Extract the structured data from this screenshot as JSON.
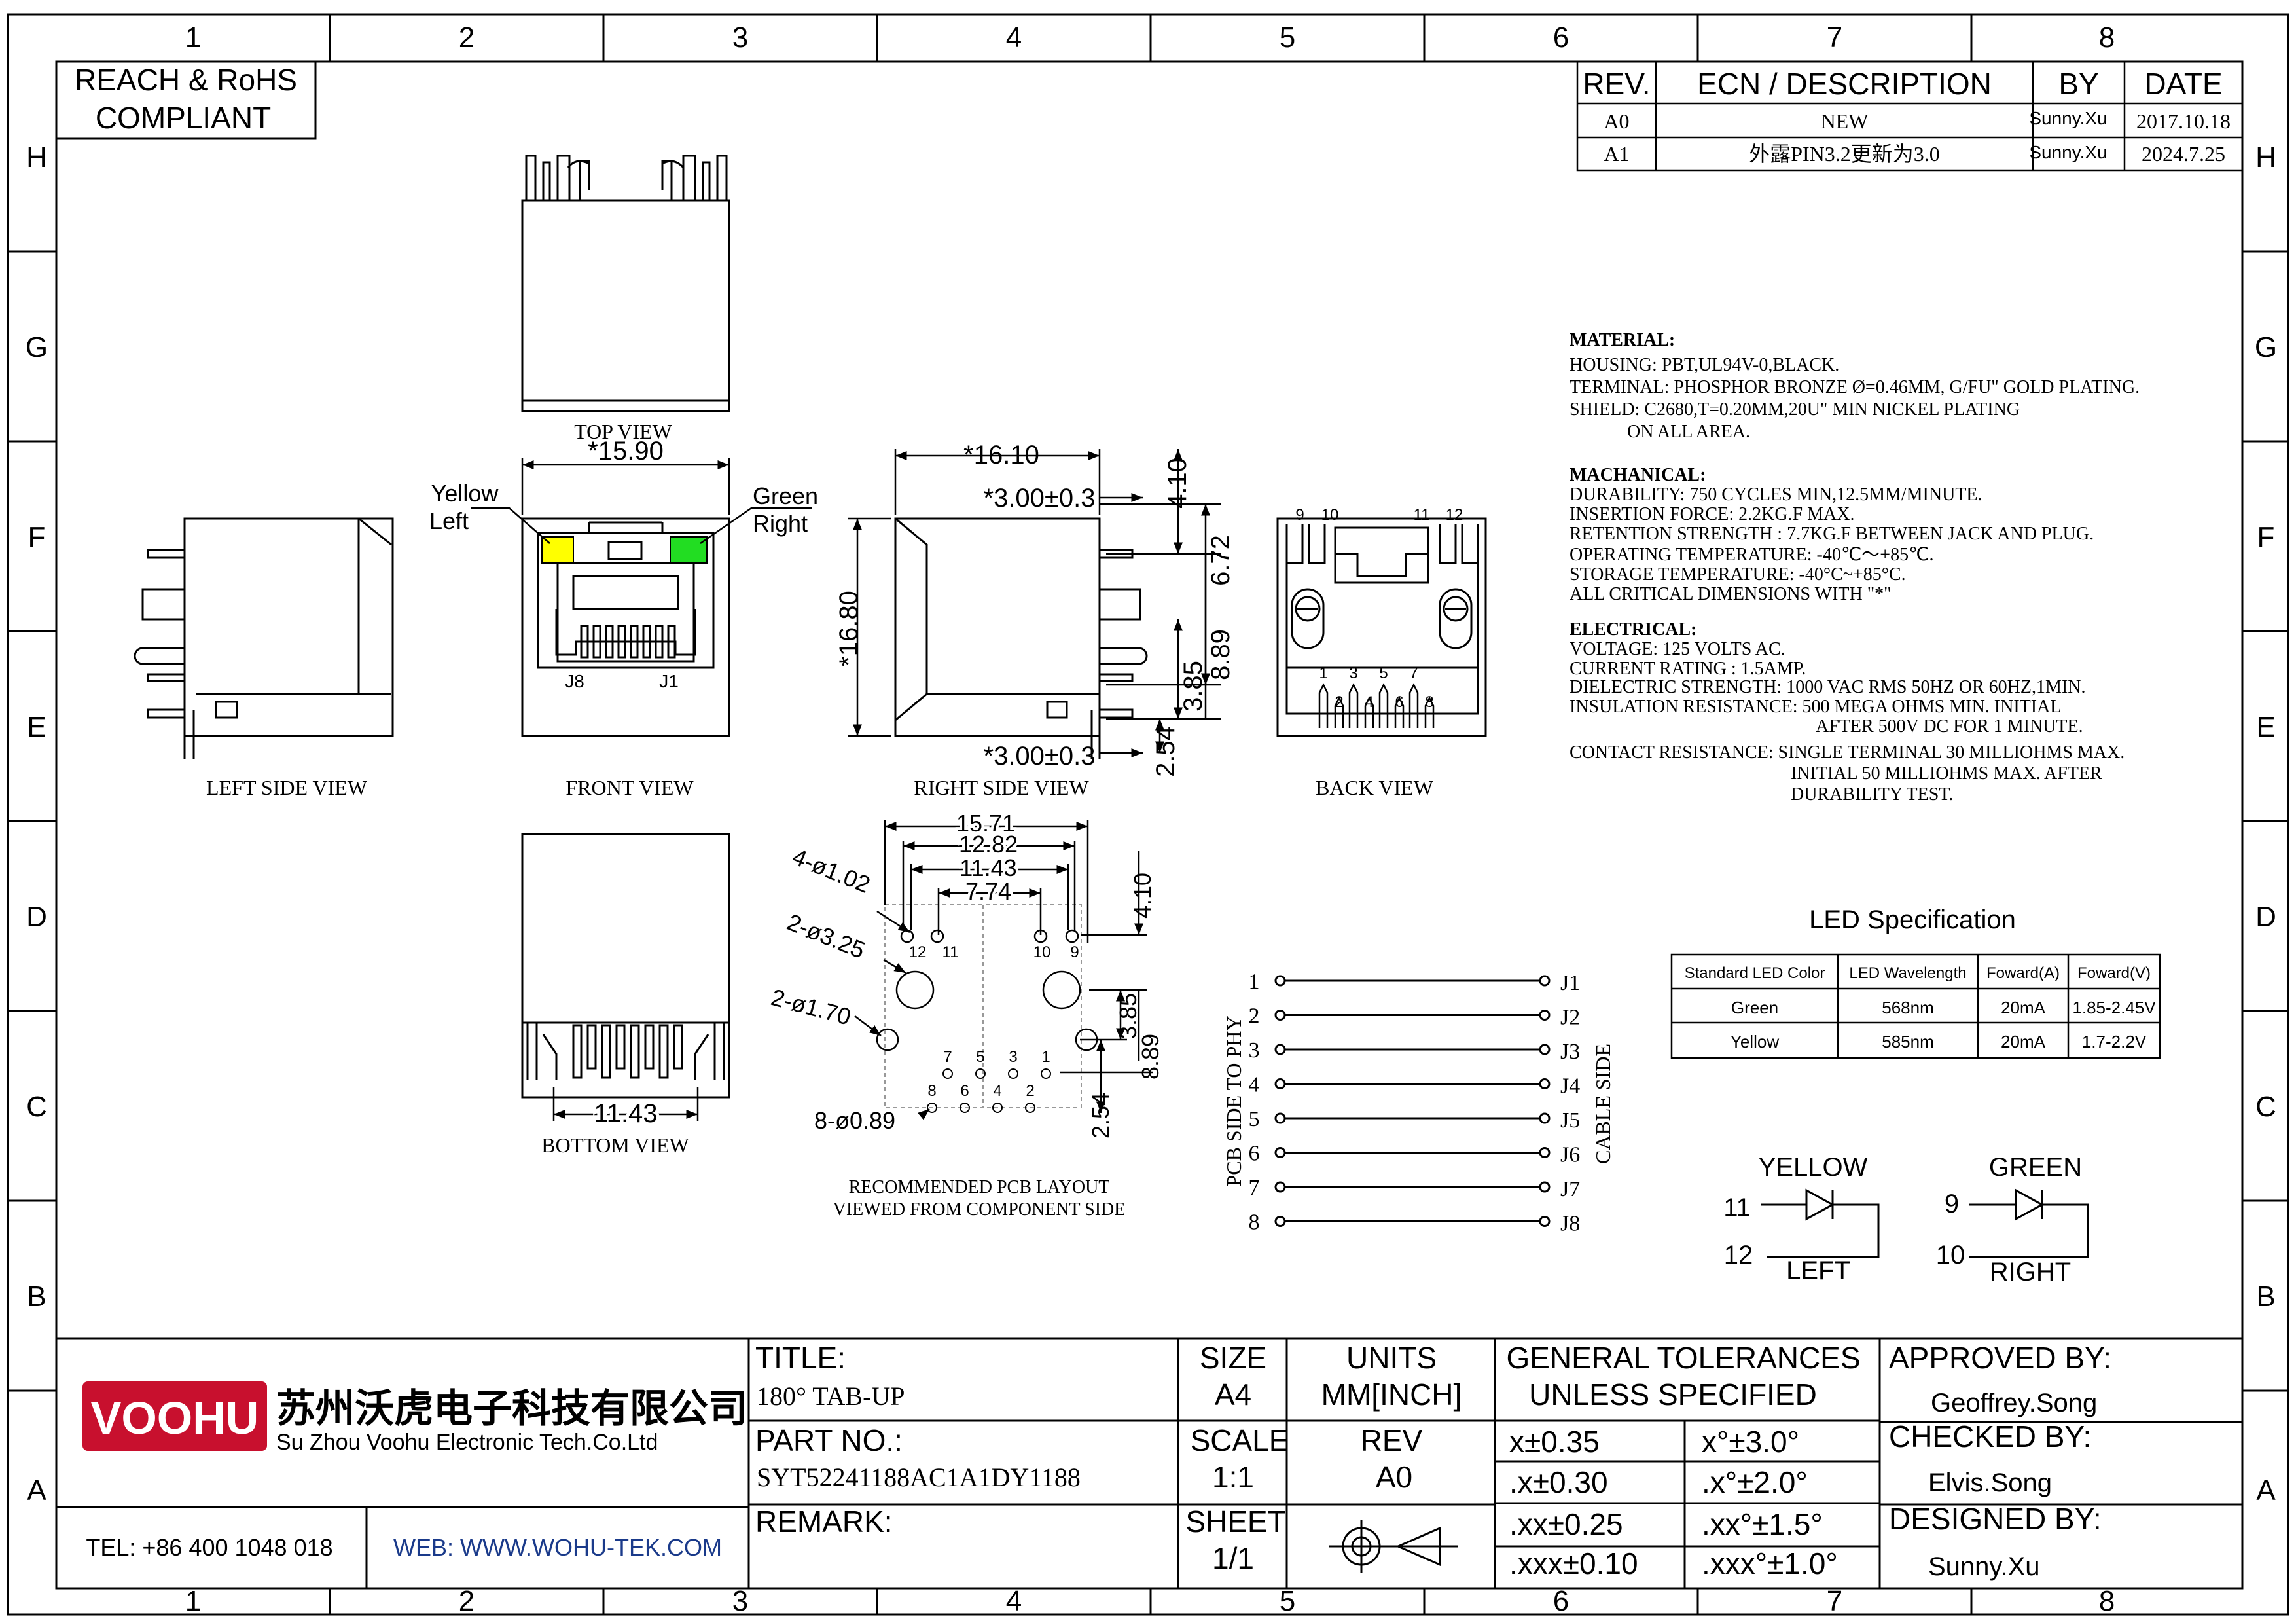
{
  "zones": {
    "columns": [
      "1",
      "2",
      "3",
      "4",
      "5",
      "6",
      "7",
      "8"
    ],
    "rows": [
      "H",
      "G",
      "F",
      "E",
      "D",
      "C",
      "B",
      "A"
    ]
  },
  "compliance": {
    "line1": "REACH & RoHS",
    "line2": "COMPLIANT"
  },
  "revision_table": {
    "headers": [
      "REV.",
      "ECN / DESCRIPTION",
      "BY",
      "DATE"
    ],
    "rows": [
      [
        "A0",
        "NEW",
        "Sunny.Xu",
        "2017.10.18"
      ],
      [
        "A1",
        "外露PIN3.2更新为3.0",
        "Sunny.Xu",
        "2024.7.25"
      ]
    ]
  },
  "views": {
    "top": "TOP VIEW",
    "left": "LEFT SIDE VIEW",
    "front": "FRONT VIEW",
    "right": "RIGHT SIDE VIEW",
    "back": "BACK VIEW",
    "bottom": "BOTTOM VIEW",
    "pcb_line1": "RECOMMENDED PCB LAYOUT",
    "pcb_line2": "VIEWED FROM COMPONENT SIDE"
  },
  "front_view": {
    "width_dim": "*15.90",
    "yellow_label_1": "Yellow",
    "yellow_label_2": "Left",
    "green_label_1": "Green",
    "green_label_2": "Right",
    "j8": "J8",
    "j1": "J1",
    "led_colors": {
      "yellow": "#ffff00",
      "green": "#22dd22"
    }
  },
  "right_view_dims": {
    "width": "*16.10",
    "tab_top": "*3.00±0.3",
    "tab_bottom": "*3.00±0.3",
    "height": "*16.80",
    "d410": "4.10",
    "d672": "6.72",
    "d889": "8.89",
    "d385": "3.85",
    "d254": "2.54"
  },
  "back_view_pins": {
    "top": [
      "9",
      "10",
      "11",
      "12"
    ],
    "bottom": [
      "1",
      "2",
      "3",
      "4",
      "5",
      "6",
      "7",
      "8"
    ]
  },
  "bottom_view_dim": "11.43",
  "pcb_layout": {
    "dims_top": [
      "15.71",
      "12.82",
      "11.43",
      "7.74"
    ],
    "holes": [
      "4-ø1.02",
      "2-ø3.25",
      "2-ø1.70",
      "8-ø0.89"
    ],
    "right_dims": [
      "4.10",
      "3.85",
      "8.89",
      "2.54"
    ],
    "pin_labels_top": [
      "12",
      "11",
      "10",
      "9"
    ],
    "pin_labels_row1": [
      "7",
      "5",
      "3",
      "1"
    ],
    "pin_labels_row2": [
      "8",
      "6",
      "4",
      "2"
    ]
  },
  "schematic": {
    "pcb_side": "PCB SIDE TO PHY",
    "cable_side": "CABLE SIDE",
    "left_pins": [
      "1",
      "2",
      "3",
      "4",
      "5",
      "6",
      "7",
      "8"
    ],
    "right_pins": [
      "J1",
      "J2",
      "J3",
      "J4",
      "J5",
      "J6",
      "J7",
      "J8"
    ]
  },
  "material": {
    "title": "MATERIAL:",
    "lines": [
      "HOUSING: PBT,UL94V-0,BLACK.",
      "TERMINAL: PHOSPHOR BRONZE Ø=0.46MM, G/FU\" GOLD PLATING.",
      "SHIELD: C2680,T=0.20MM,20U\" MIN NICKEL PLATING",
      "ON ALL AREA."
    ]
  },
  "mechanical": {
    "title": "MACHANICAL:",
    "lines": [
      "DURABILITY: 750 CYCLES MIN,12.5MM/MINUTE.",
      "INSERTION FORCE: 2.2KG.F MAX.",
      "RETENTION STRENGTH : 7.7KG.F BETWEEN JACK AND PLUG.",
      "OPERATING TEMPERATURE: -40℃～+85℃.",
      "STORAGE TEMPERATURE: -40°C~+85°C.",
      "ALL CRITICAL DIMENSIONS WITH \"*\""
    ]
  },
  "electrical": {
    "title": "ELECTRICAL:",
    "lines": [
      "VOLTAGE: 125 VOLTS AC.",
      "CURRENT RATING : 1.5AMP.",
      "DIELECTRIC STRENGTH: 1000 VAC RMS 50HZ OR 60HZ,1MIN.",
      "INSULATION RESISTANCE: 500 MEGA OHMS MIN. INITIAL",
      "AFTER 500V DC FOR 1 MINUTE.",
      "CONTACT RESISTANCE: SINGLE TERMINAL 30 MILLIOHMS MAX.",
      "INITIAL 50 MILLIOHMS MAX. AFTER",
      "DURABILITY TEST."
    ]
  },
  "led_spec": {
    "title": "LED Specification",
    "headers": [
      "Standard LED Color",
      "LED Wavelength",
      "Foward(A)",
      "Foward(V)"
    ],
    "rows": [
      [
        "Green",
        "568nm",
        "20mA",
        "1.85-2.45V"
      ],
      [
        "Yellow",
        "585nm",
        "20mA",
        "1.7-2.2V"
      ]
    ]
  },
  "led_diagrams": {
    "yellow": {
      "title": "YELLOW",
      "pin_a": "11",
      "pin_b": "12",
      "side": "LEFT"
    },
    "green": {
      "title": "GREEN",
      "pin_a": "9",
      "pin_b": "10",
      "side": "RIGHT"
    }
  },
  "title_block": {
    "company_logo": "VOOHU",
    "company_cn": "苏州沃虎电子科技有限公司",
    "company_en": "Su Zhou Voohu Electronic Tech.Co.Ltd",
    "tel": "TEL: +86 400 1048 018",
    "web": "WEB: WWW.WOHU-TEK.COM",
    "title_label": "TITLE:",
    "title_value": "180° TAB-UP",
    "part_label": "PART NO.:",
    "part_value": "SYT52241188AC1A1DY1188",
    "remark_label": "REMARK:",
    "size_label": "SIZE",
    "size_value": "A4",
    "units_label": "UNITS",
    "units_value": "MM[INCH]",
    "scale_label": "SCALE",
    "scale_value": "1:1",
    "rev_label": "REV",
    "rev_value": "A0",
    "sheet_label": "SHEET",
    "sheet_value": "1/1",
    "tol_title_1": "GENERAL TOLERANCES",
    "tol_title_2": "UNLESS SPECIFIED",
    "tolerances": [
      [
        "x±0.35",
        "x°±3.0°"
      ],
      [
        ".x±0.30",
        ".x°±2.0°"
      ],
      [
        ".xx±0.25",
        ".xx°±1.5°"
      ],
      [
        ".xxx±0.10",
        ".xxx°±1.0°"
      ]
    ],
    "approved_label": "APPROVED BY:",
    "approved_value": "Geoffrey.Song",
    "checked_label": "CHECKED BY:",
    "checked_value": "Elvis.Song",
    "designed_label": "DESIGNED BY:",
    "designed_value": "Sunny.Xu",
    "logo_color": "#c8102e",
    "web_color": "#1a3a8a"
  }
}
